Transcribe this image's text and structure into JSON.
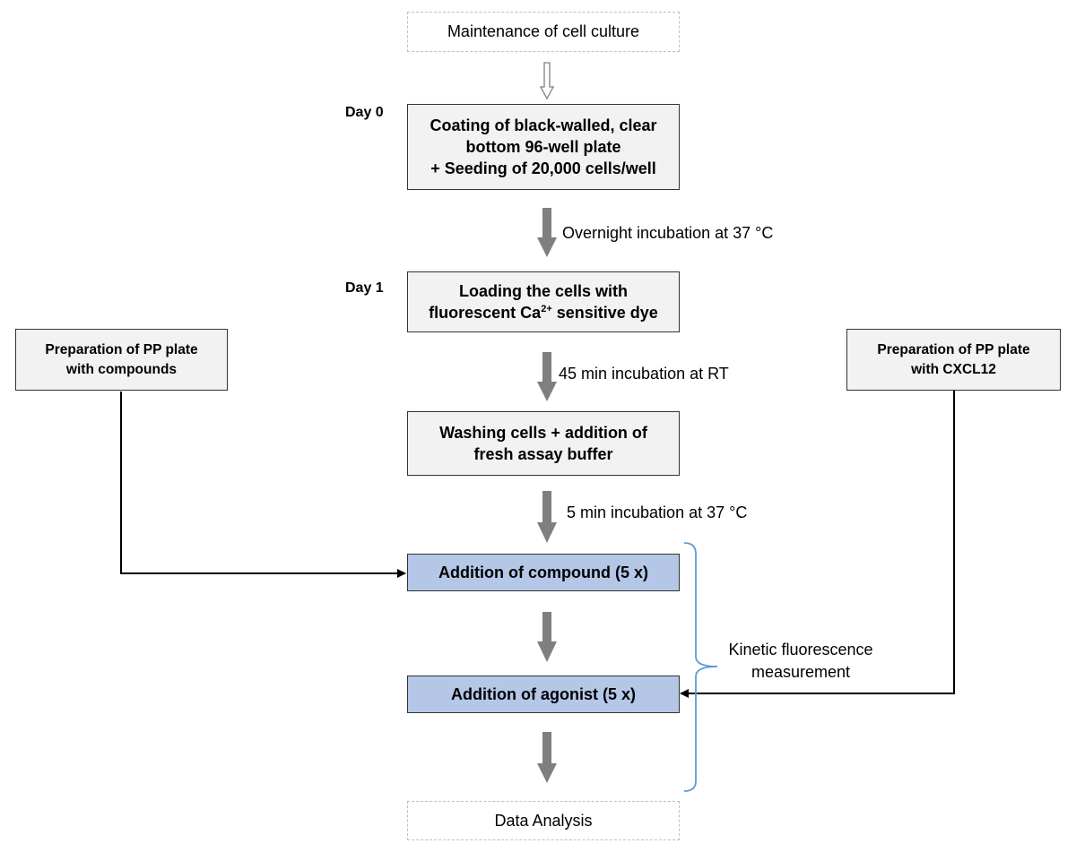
{
  "nodes": {
    "maintenance": "Maintenance of cell culture",
    "coating": [
      "Coating of black-walled, clear",
      "bottom 96-well plate",
      "+ Seeding of 20,000 cells/well"
    ],
    "loading": {
      "line1": "Loading the cells with",
      "line2_pre": "fluorescent Ca",
      "line2_sup": "2+",
      "line2_post": " sensitive dye"
    },
    "washing": [
      "Washing cells + addition of",
      "fresh assay buffer"
    ],
    "add_compound": "Addition of compound (5 x)",
    "add_agonist": "Addition of agonist (5 x)",
    "data_analysis": "Data Analysis",
    "prep_compounds": [
      "Preparation of PP plate",
      "with compounds"
    ],
    "prep_cxcl12": [
      "Preparation of PP plate",
      "with CXCL12"
    ]
  },
  "days": {
    "day0": "Day 0",
    "day1": "Day 1"
  },
  "steps": {
    "overnight": "Overnight incubation at 37 °C",
    "min45": "45 min incubation at RT",
    "min5": "5 min incubation at 37 °C"
  },
  "bracket": {
    "line1": "Kinetic fluorescence",
    "line2": "measurement"
  },
  "colors": {
    "process_fill": "#f2f2f2",
    "highlight_fill": "#b4c7e7",
    "arrow_gray": "#7f7f7f",
    "bracket_blue": "#5b9bd5",
    "dashed_border": "#bfbfbf"
  }
}
